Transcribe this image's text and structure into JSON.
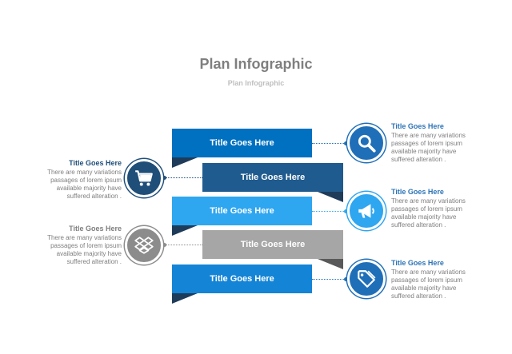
{
  "title": "Plan Infographic",
  "subtitle": "Plan Infographic",
  "colors": {
    "blue1": "#0070c0",
    "navy": "#1f5b8e",
    "skyblue": "#2ea6f0",
    "gray": "#a6a6a6",
    "blue2": "#1484d6",
    "fold_dark": "#1f3b5a",
    "fold_gray": "#595959",
    "circle_blue": "#1f6fb8",
    "circle_navy": "#1f4e79",
    "circle_gray": "#8c8c8c",
    "title_blue": "#2e75b6",
    "title_gray": "#7f7f7f"
  },
  "ribbons": [
    {
      "label": "Title Goes Here"
    },
    {
      "label": "Title Goes Here"
    },
    {
      "label": "Title Goes Here"
    },
    {
      "label": "Title Goes Here"
    },
    {
      "label": "Title Goes Here"
    }
  ],
  "blocks": [
    {
      "title": "Title Goes Here",
      "body": "There are many variations\npassages of lorem ipsum\navailable  majority have\nsuffered alteration .",
      "icon": "search-icon"
    },
    {
      "title": "Title Goes Here",
      "body": "There are many variations\npassages of lorem ipsum\navailable  majority have\nsuffered alteration .",
      "icon": "cart-icon"
    },
    {
      "title": "Title Goes Here",
      "body": "There are many variations\npassages of lorem ipsum\navailable  majority have\nsuffered alteration .",
      "icon": "megaphone-icon"
    },
    {
      "title": "Title Goes Here",
      "body": "There are many variations\npassages of lorem ipsum\navailable  majority have\nsuffered alteration .",
      "icon": "dropbox-icon"
    },
    {
      "title": "Title Goes Here",
      "body": "There are many variations\npassages of lorem ipsum\navailable  majority have\nsuffered alteration .",
      "icon": "tag-icon"
    }
  ]
}
